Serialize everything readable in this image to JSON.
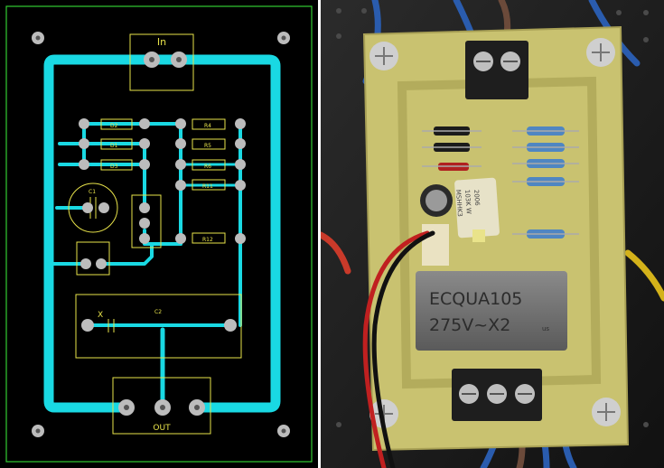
{
  "pcb_layout": {
    "input_connector_label": "In",
    "output_connector_label": "OUT",
    "component_labels": {
      "d2": "D2",
      "d1": "D1",
      "d3": "D3",
      "r4": "R4",
      "r5": "R5",
      "r6": "R6",
      "r11": "R11",
      "r12": "R12",
      "c1": "C1",
      "c2": "C2",
      "x": "X"
    },
    "colors": {
      "background": "#000000",
      "trace": "#19d9e3",
      "silkscreen": "#e8e34a",
      "pad": "#bcbcbc",
      "outline": "#33cc33"
    }
  },
  "photo": {
    "relay_text_line1": "ECQUA105",
    "relay_text_line2": "275V~X2",
    "relay_cert_mark": "us",
    "capacitor_text_line1": "103K W",
    "capacitor_text_line2": "2006",
    "capacitor_text_line3": "MSHHK3",
    "colors": {
      "board": "#c9c270",
      "relay": "#7a7a7a",
      "terminal": "#1e1e1e"
    }
  }
}
